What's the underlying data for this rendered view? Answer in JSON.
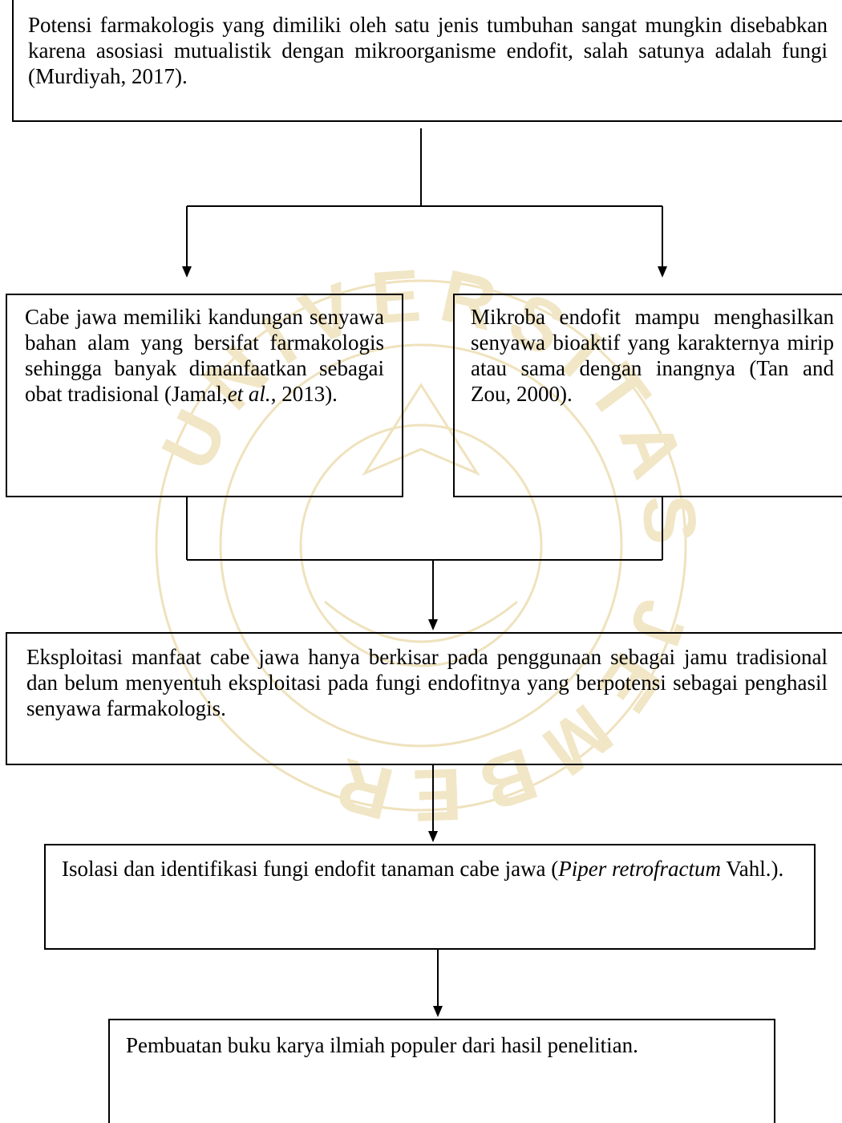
{
  "boxes": {
    "top": {
      "text": "Potensi farmakologis yang dimiliki oleh satu jenis tumbuhan sangat mungkin disebabkan karena asosiasi mutualistik dengan mikroorganisme endofit, salah satunya adalah fungi (Murdiyah, 2017)."
    },
    "left": {
      "text_before": "Cabe jawa memiliki kandungan senyawa bahan alam yang bersifat farmakologis sehingga banyak dimanfaatkan sebagai obat tradisional (Jamal,",
      "text_italic": "et al.",
      "text_after": ", 2013)."
    },
    "right": {
      "text": "Mikroba endofit mampu menghasilkan senyawa bioaktif yang karakternya mirip atau sama dengan inangnya (Tan and Zou, 2000)."
    },
    "middle": {
      "text": "Eksploitasi manfaat cabe jawa hanya berkisar pada penggunaan sebagai jamu tradisional dan belum menyentuh eksploitasi pada fungi endofitnya yang berpotensi sebagai penghasil senyawa farmakologis."
    },
    "isolation": {
      "text_before": "Isolasi dan identifikasi fungi endofit tanaman cabe jawa (",
      "text_italic": "Piper retrofractum",
      "text_after": " Vahl.)."
    },
    "bottom": {
      "text": "Pembuatan buku karya ilmiah populer dari hasil penelitian."
    }
  },
  "watermark": {
    "text": "UNIVERSITAS JEMBER",
    "color": "#e9d7a6"
  },
  "colors": {
    "line": "#000000",
    "watermark": "#e9d7a6"
  }
}
